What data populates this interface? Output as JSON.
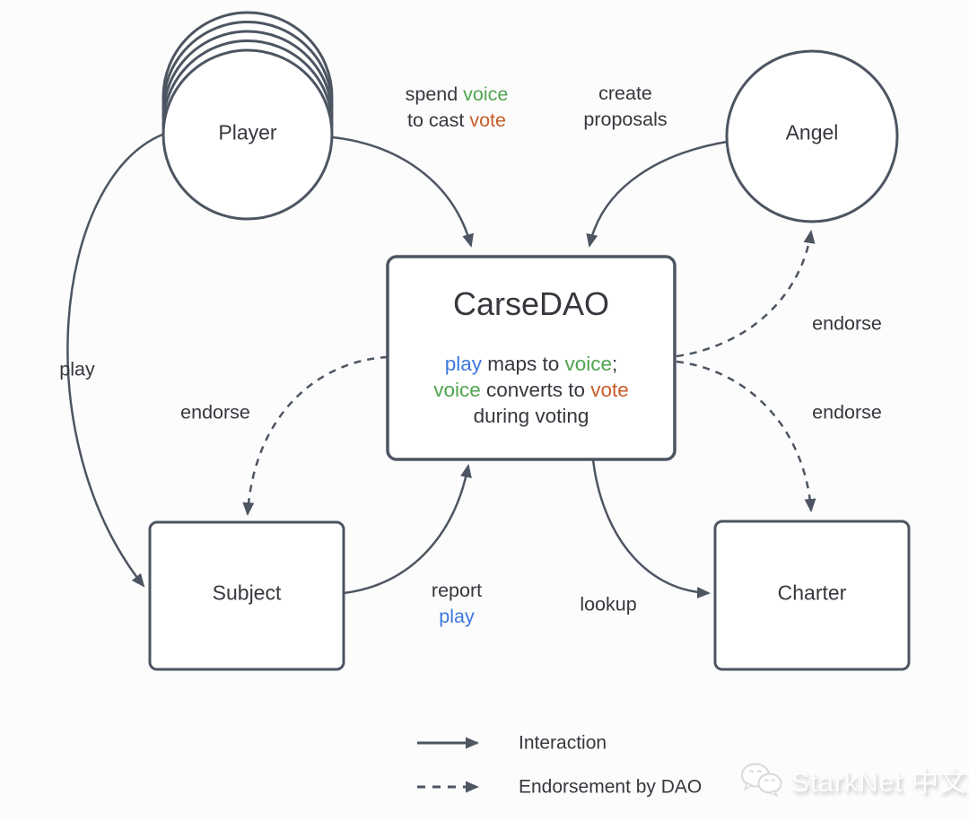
{
  "colors": {
    "stroke": "#4d5562",
    "ink": "#36383e",
    "green": "#4fa44f",
    "orange": "#c85c2a",
    "blue": "#3d78e0"
  },
  "nodes": {
    "player": {
      "label": "Player"
    },
    "angel": {
      "label": "Angel"
    },
    "carsedao": {
      "title": "CarseDAO"
    },
    "subject": {
      "label": "Subject"
    },
    "charter": {
      "label": "Charter"
    }
  },
  "carsedao_body": {
    "l1a": "play",
    "l1b": " maps to ",
    "l1c": "voice",
    "l1d": ";",
    "l2a": "voice",
    "l2b": " converts to ",
    "l2c": "vote",
    "l3": "during voting"
  },
  "edge_labels": {
    "spend1a": "spend ",
    "spend1b": "voice",
    "spend2a": "to cast ",
    "spend2b": "vote",
    "create1": "create",
    "create2": "proposals",
    "play": "play",
    "endorse_subject": "endorse",
    "report1": "report",
    "report2": "play",
    "lookup": "lookup",
    "endorse_angel": "endorse",
    "endorse_charter": "endorse"
  },
  "legend": {
    "interaction": "Interaction",
    "endorsement": "Endorsement by DAO"
  },
  "watermark": {
    "text": "StarkNet 中文"
  }
}
